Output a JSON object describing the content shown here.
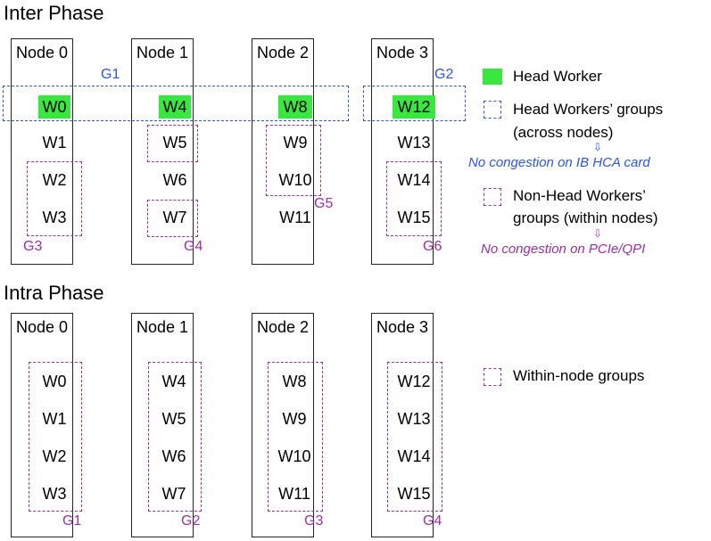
{
  "inter": {
    "title": "Inter Phase",
    "nodes": [
      "Node 0",
      "Node 1",
      "Node 2",
      "Node 3"
    ],
    "workers": [
      [
        "W0",
        "W1",
        "W2",
        "W3"
      ],
      [
        "W4",
        "W5",
        "W6",
        "W7"
      ],
      [
        "W8",
        "W9",
        "W10",
        "W11"
      ],
      [
        "W12",
        "W13",
        "W14",
        "W15"
      ]
    ],
    "groups": {
      "g1": "G1",
      "g2": "G2",
      "g3": "G3",
      "g4": "G4",
      "g5": "G5",
      "g6": "G6"
    }
  },
  "intra": {
    "title": "Intra Phase",
    "nodes": [
      "Node 0",
      "Node 1",
      "Node 2",
      "Node 3"
    ],
    "workers": [
      [
        "W0",
        "W1",
        "W2",
        "W3"
      ],
      [
        "W4",
        "W5",
        "W6",
        "W7"
      ],
      [
        "W8",
        "W9",
        "W10",
        "W11"
      ],
      [
        "W12",
        "W13",
        "W14",
        "W15"
      ]
    ],
    "groups": [
      "G1",
      "G2",
      "G3",
      "G4"
    ]
  },
  "legend": {
    "head_worker": "Head Worker",
    "head_groups_line1": "Head Workers’ groups",
    "head_groups_line2": "(across nodes)",
    "head_note": "No congestion on IB HCA card",
    "nonhead_line1": "Non-Head Workers’",
    "nonhead_line2": "groups (within nodes)",
    "nonhead_note": "No congestion on PCIe/QPI",
    "within_node": "Within-node groups",
    "arrow_glyph": "⇩"
  },
  "colors": {
    "head_fill": "#39e83e",
    "blue": "#2a55e8",
    "purple": "#9b2fa3"
  }
}
